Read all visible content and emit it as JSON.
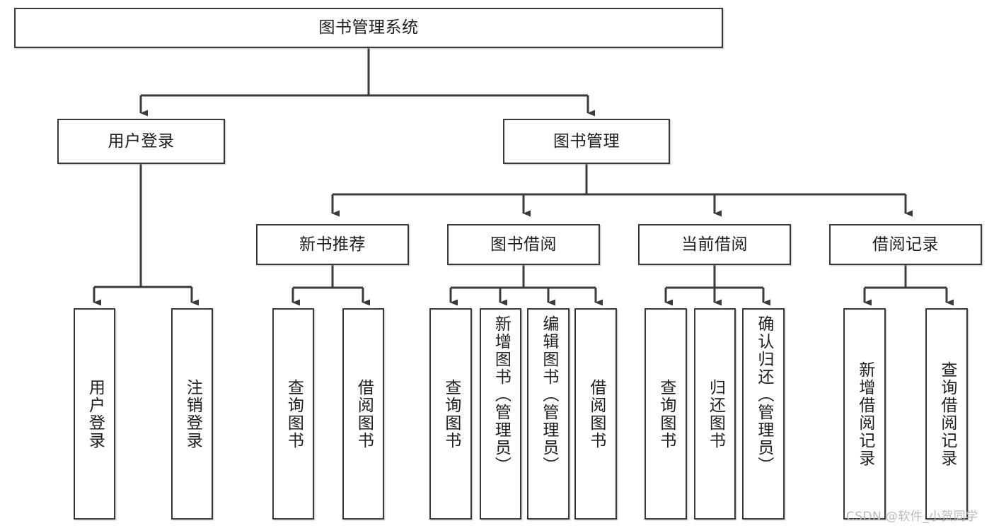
{
  "diagram": {
    "type": "hierarchy-tree",
    "title": "图书管理系统",
    "colors": {
      "box_border": "#3a3a3a",
      "box_fill": "#ffffff",
      "connector": "#3a3a3a",
      "text": "#1d1d1d",
      "watermark": "#b9b9b9"
    },
    "root": {
      "label": "图书管理系统"
    },
    "level2": [
      {
        "label": "用户登录"
      },
      {
        "label": "图书管理"
      }
    ],
    "level3": [
      {
        "label": "新书推荐"
      },
      {
        "label": "图书借阅"
      },
      {
        "label": "当前借阅"
      },
      {
        "label": "借阅记录"
      }
    ],
    "leaves": {
      "user_login": [
        {
          "label": "用户登录"
        },
        {
          "label": "注销登录"
        }
      ],
      "new_book_recommend": [
        {
          "label": "查询图书"
        },
        {
          "label": "借阅图书"
        }
      ],
      "book_borrow": [
        {
          "label": "查询图书"
        },
        {
          "label": "新增图书（管理员）"
        },
        {
          "label": "编辑图书（管理员）"
        },
        {
          "label": "借阅图书"
        }
      ],
      "current_borrow": [
        {
          "label": "查询图书"
        },
        {
          "label": "归还图书"
        },
        {
          "label": "确认归还（管理员）"
        }
      ],
      "borrow_record": [
        {
          "label": "新增借阅记录"
        },
        {
          "label": "查询借阅记录"
        }
      ]
    }
  },
  "watermark": {
    "text": "CSDN @软件_小贺同学"
  }
}
